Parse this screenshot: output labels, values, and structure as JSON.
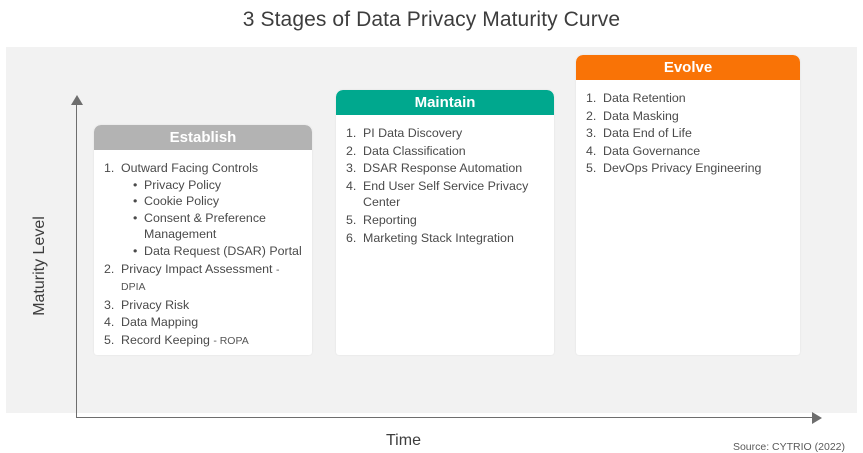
{
  "title": "3 Stages of Data Privacy Maturity Curve",
  "axes": {
    "y_label": "Maturity Level",
    "x_label": "Time"
  },
  "source": "Source: CYTRIO (2022)",
  "colors": {
    "establish": "#b3b3b3",
    "maintain": "#00a88e",
    "evolve": "#f97306",
    "panel_bg": "#f2f2f2",
    "card_bg": "#ffffff",
    "text": "#4a4a4a",
    "axis": "#6e6e6e"
  },
  "stages": [
    {
      "key": "establish",
      "label": "Establish",
      "accent": "#b3b3b3",
      "items": [
        {
          "text": "Outward Facing Controls",
          "note": "",
          "subitems": [
            "Privacy Policy",
            "Cookie Policy",
            "Consent & Preference Management",
            "Data Request (DSAR) Portal"
          ]
        },
        {
          "text": "Privacy Impact Assessment",
          "note": "- DPIA",
          "subitems": []
        },
        {
          "text": "Privacy Risk",
          "note": "",
          "subitems": []
        },
        {
          "text": "Data Mapping",
          "note": "",
          "subitems": []
        },
        {
          "text": "Record Keeping",
          "note": "- ROPA",
          "subitems": []
        }
      ]
    },
    {
      "key": "maintain",
      "label": "Maintain",
      "accent": "#00a88e",
      "items": [
        {
          "text": "PI Data Discovery",
          "note": "",
          "subitems": []
        },
        {
          "text": "Data Classification",
          "note": "",
          "subitems": []
        },
        {
          "text": "DSAR Response Automation",
          "note": "",
          "subitems": []
        },
        {
          "text": "End User Self Service Privacy Center",
          "note": "",
          "subitems": []
        },
        {
          "text": "Reporting",
          "note": "",
          "subitems": []
        },
        {
          "text": "Marketing Stack Integration",
          "note": "",
          "subitems": []
        }
      ]
    },
    {
      "key": "evolve",
      "label": "Evolve",
      "accent": "#f97306",
      "items": [
        {
          "text": "Data Retention",
          "note": "",
          "subitems": []
        },
        {
          "text": "Data Masking",
          "note": "",
          "subitems": []
        },
        {
          "text": "Data End of Life",
          "note": "",
          "subitems": []
        },
        {
          "text": "Data Governance",
          "note": "",
          "subitems": []
        },
        {
          "text": "DevOps Privacy Engineering",
          "note": "",
          "subitems": []
        }
      ]
    }
  ],
  "chart_data": {
    "type": "diagram",
    "title": "3 Stages of Data Privacy Maturity Curve",
    "xlabel": "Time",
    "ylabel": "Maturity Level",
    "stage_order": [
      "Establish",
      "Maintain",
      "Evolve"
    ],
    "stage_item_counts": [
      5,
      6,
      5
    ],
    "note": "Ascending stair-step of three stage cards; higher card top = higher maturity over time."
  }
}
